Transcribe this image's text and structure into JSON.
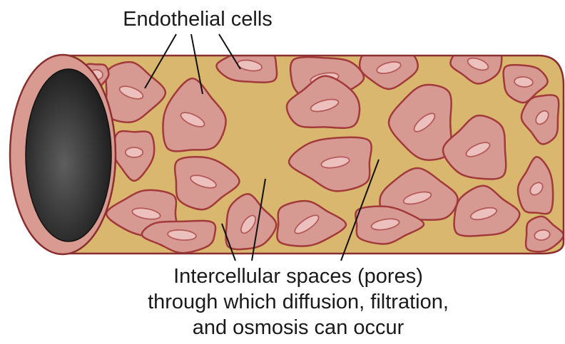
{
  "labels": {
    "top": "Endothelial cells",
    "bottom_lines": [
      "Intercellular spaces (pores)",
      "through which diffusion, filtration,",
      "and osmosis can occur"
    ]
  },
  "colors": {
    "background": "#ffffff",
    "vessel_base": "#d9b76e",
    "cell_fill": "#d79a92",
    "cell_border": "#a2393a",
    "nucleus_fill": "#ecc1bd",
    "nucleus_edge": "#b55a5a",
    "lumen_dark": "#2b2b2b",
    "lumen_ring": "#d99b91",
    "leader_line": "#111111"
  },
  "icons": {
    "vessel": "blood-vessel-illustration",
    "lumen": "vessel-lumen-opening"
  }
}
